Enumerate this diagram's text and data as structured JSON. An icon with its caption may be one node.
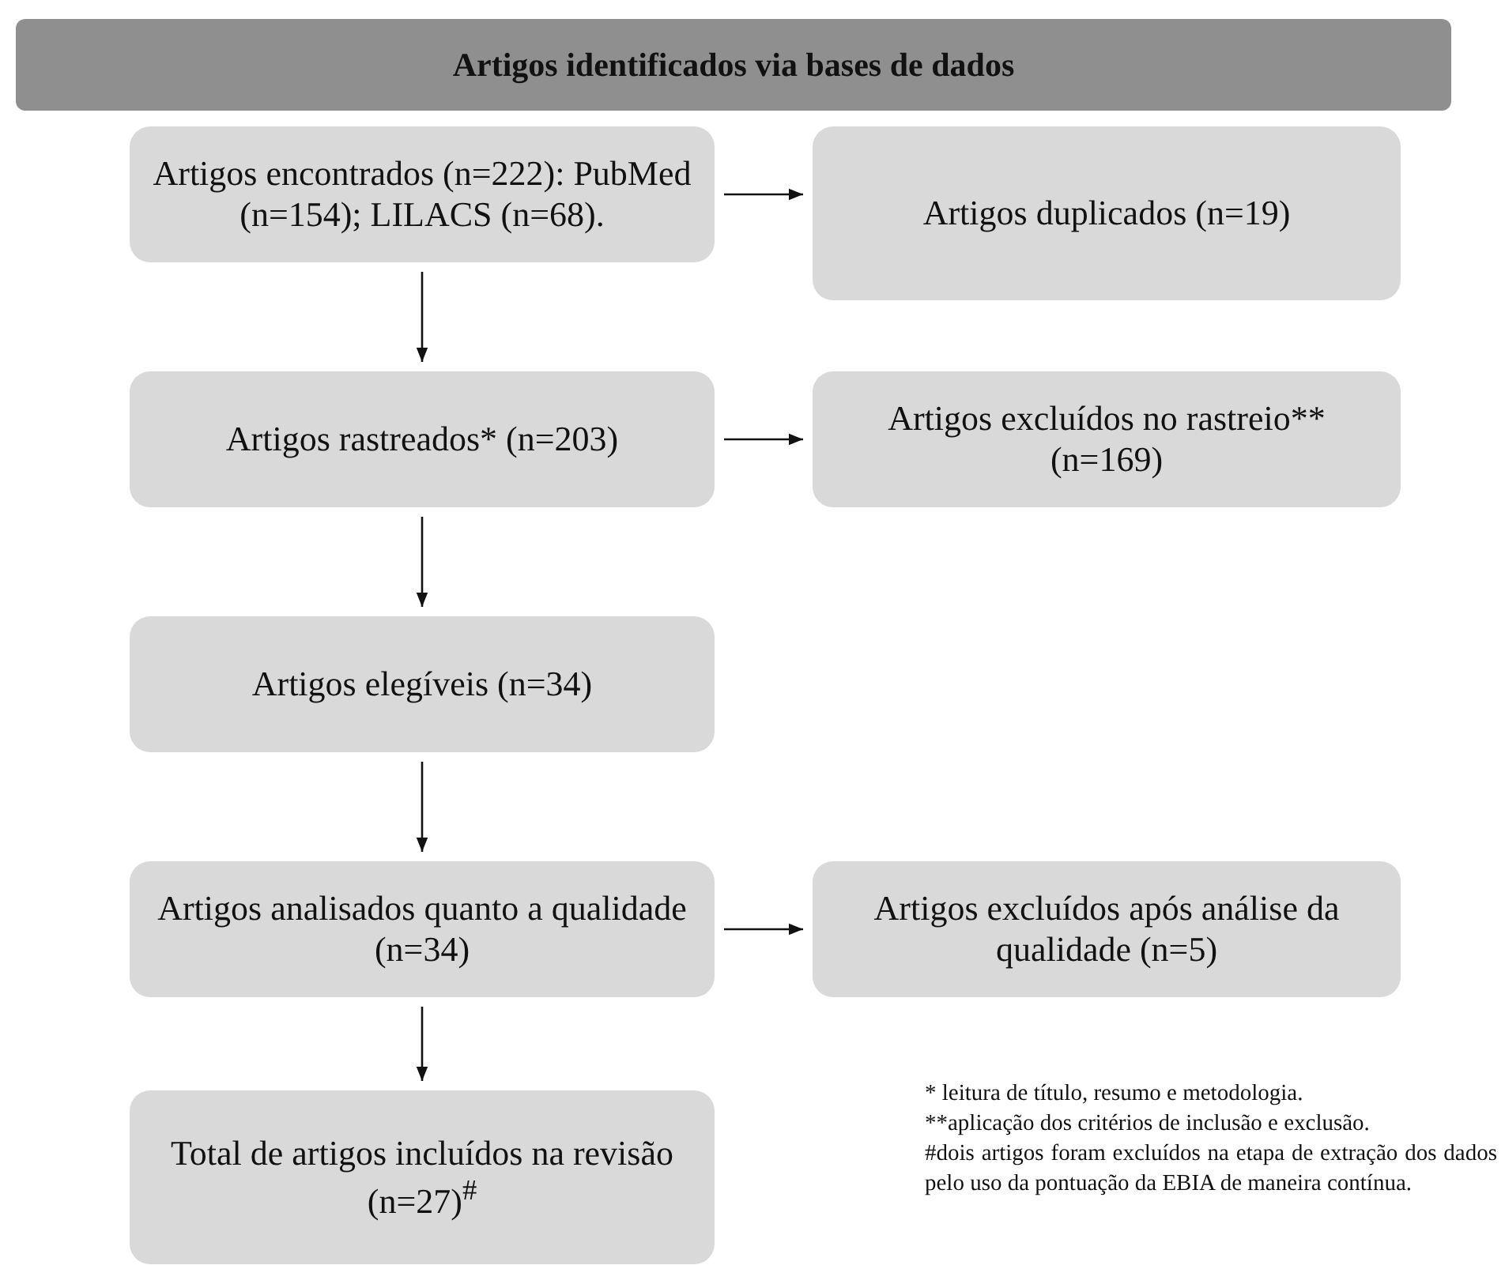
{
  "diagram": {
    "nodes": [
      {
        "text": [
          "Artigos identificados via bases de dados"
        ]
      },
      {
        "text": [
          "Artigos encontrados (n=222): PubMed (n=154); LILACS (n=68)."
        ]
      },
      {
        "text": [
          "Artigos duplicados (n=19)"
        ]
      },
      {
        "text": [
          "Artigos rastreados* (n=203)"
        ]
      },
      {
        "text": [
          "Artigos excluídos no rastreio** (n=169)"
        ]
      },
      {
        "text": [
          "Artigos elegíveis (n=34)"
        ]
      },
      {
        "text": [
          "Artigos analisados quanto a qualidade (n=34)"
        ]
      },
      {
        "text": [
          "Artigos excluídos após análise da qualidade (n=5)"
        ]
      },
      {
        "text": [
          "Total de artigos incluídos na revisão (n=27)$^{#}$"
        ]
      }
    ],
    "edges": [
      {
        "from": 1,
        "to": 2,
        "arrow": "to"
      },
      {
        "from": 1,
        "to": 3,
        "arrow": "to"
      },
      {
        "from": 3,
        "to": 4,
        "arrow": "to"
      },
      {
        "from": 3,
        "to": 5,
        "arrow": "to"
      },
      {
        "from": 5,
        "to": 6,
        "arrow": "to"
      },
      {
        "from": 6,
        "to": 7,
        "arrow": "to"
      },
      {
        "from": 6,
        "to": 8,
        "arrow": "to"
      }
    ],
    "labels": [
      "* leitura de título, resumo e metodologia.",
      "**aplicação dos critérios de inclusão e exclusão.",
      "#dois artigos foram excluídos na etapa de extração dos dados pelo uso da pontuação da EBIA de maneira contínua."
    ]
  }
}
